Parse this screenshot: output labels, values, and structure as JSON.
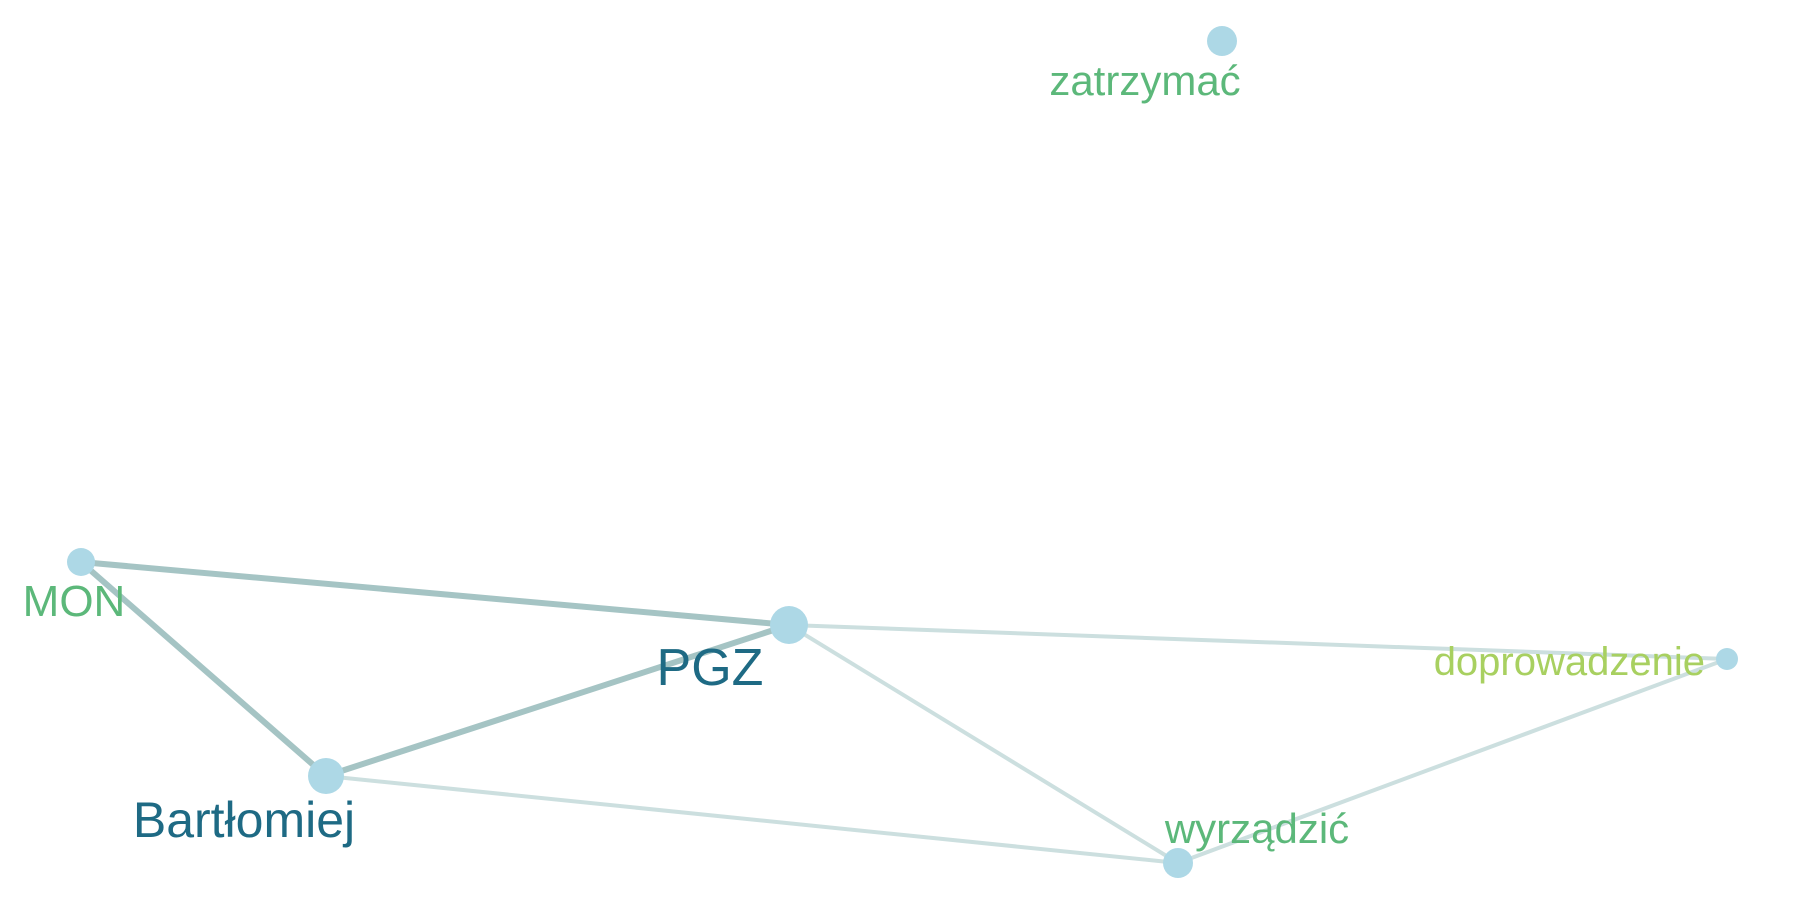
{
  "graph": {
    "nodes": [
      {
        "id": "zatrzymac",
        "label": "zatrzymać",
        "color": "#5cb87a",
        "size": "small"
      },
      {
        "id": "mon",
        "label": "MON",
        "color": "#5cb87a",
        "size": "small"
      },
      {
        "id": "pgz",
        "label": "PGZ",
        "color": "#1e6a84",
        "size": "large"
      },
      {
        "id": "doprowadzenie",
        "label": "doprowadzenie",
        "color": "#a8d060",
        "size": "small"
      },
      {
        "id": "bartlomiej",
        "label": "Bartłomiej",
        "color": "#1e6a84",
        "size": "medium"
      },
      {
        "id": "wyrzadzic",
        "label": "wyrządzić",
        "color": "#5cb87a",
        "size": "small"
      }
    ],
    "edges": [
      {
        "source": "mon",
        "target": "pgz",
        "strength": "strong"
      },
      {
        "source": "mon",
        "target": "bartlomiej",
        "strength": "strong"
      },
      {
        "source": "bartlomiej",
        "target": "pgz",
        "strength": "strong"
      },
      {
        "source": "pgz",
        "target": "doprowadzenie",
        "strength": "weak"
      },
      {
        "source": "pgz",
        "target": "wyrzadzic",
        "strength": "weak"
      },
      {
        "source": "bartlomiej",
        "target": "wyrzadzic",
        "strength": "weak"
      },
      {
        "source": "wyrzadzic",
        "target": "doprowadzenie",
        "strength": "weak"
      }
    ],
    "node_fill": "#add8e6",
    "edge_color_strong": "#a5c4c4",
    "edge_color_weak": "#ccdfdf"
  }
}
